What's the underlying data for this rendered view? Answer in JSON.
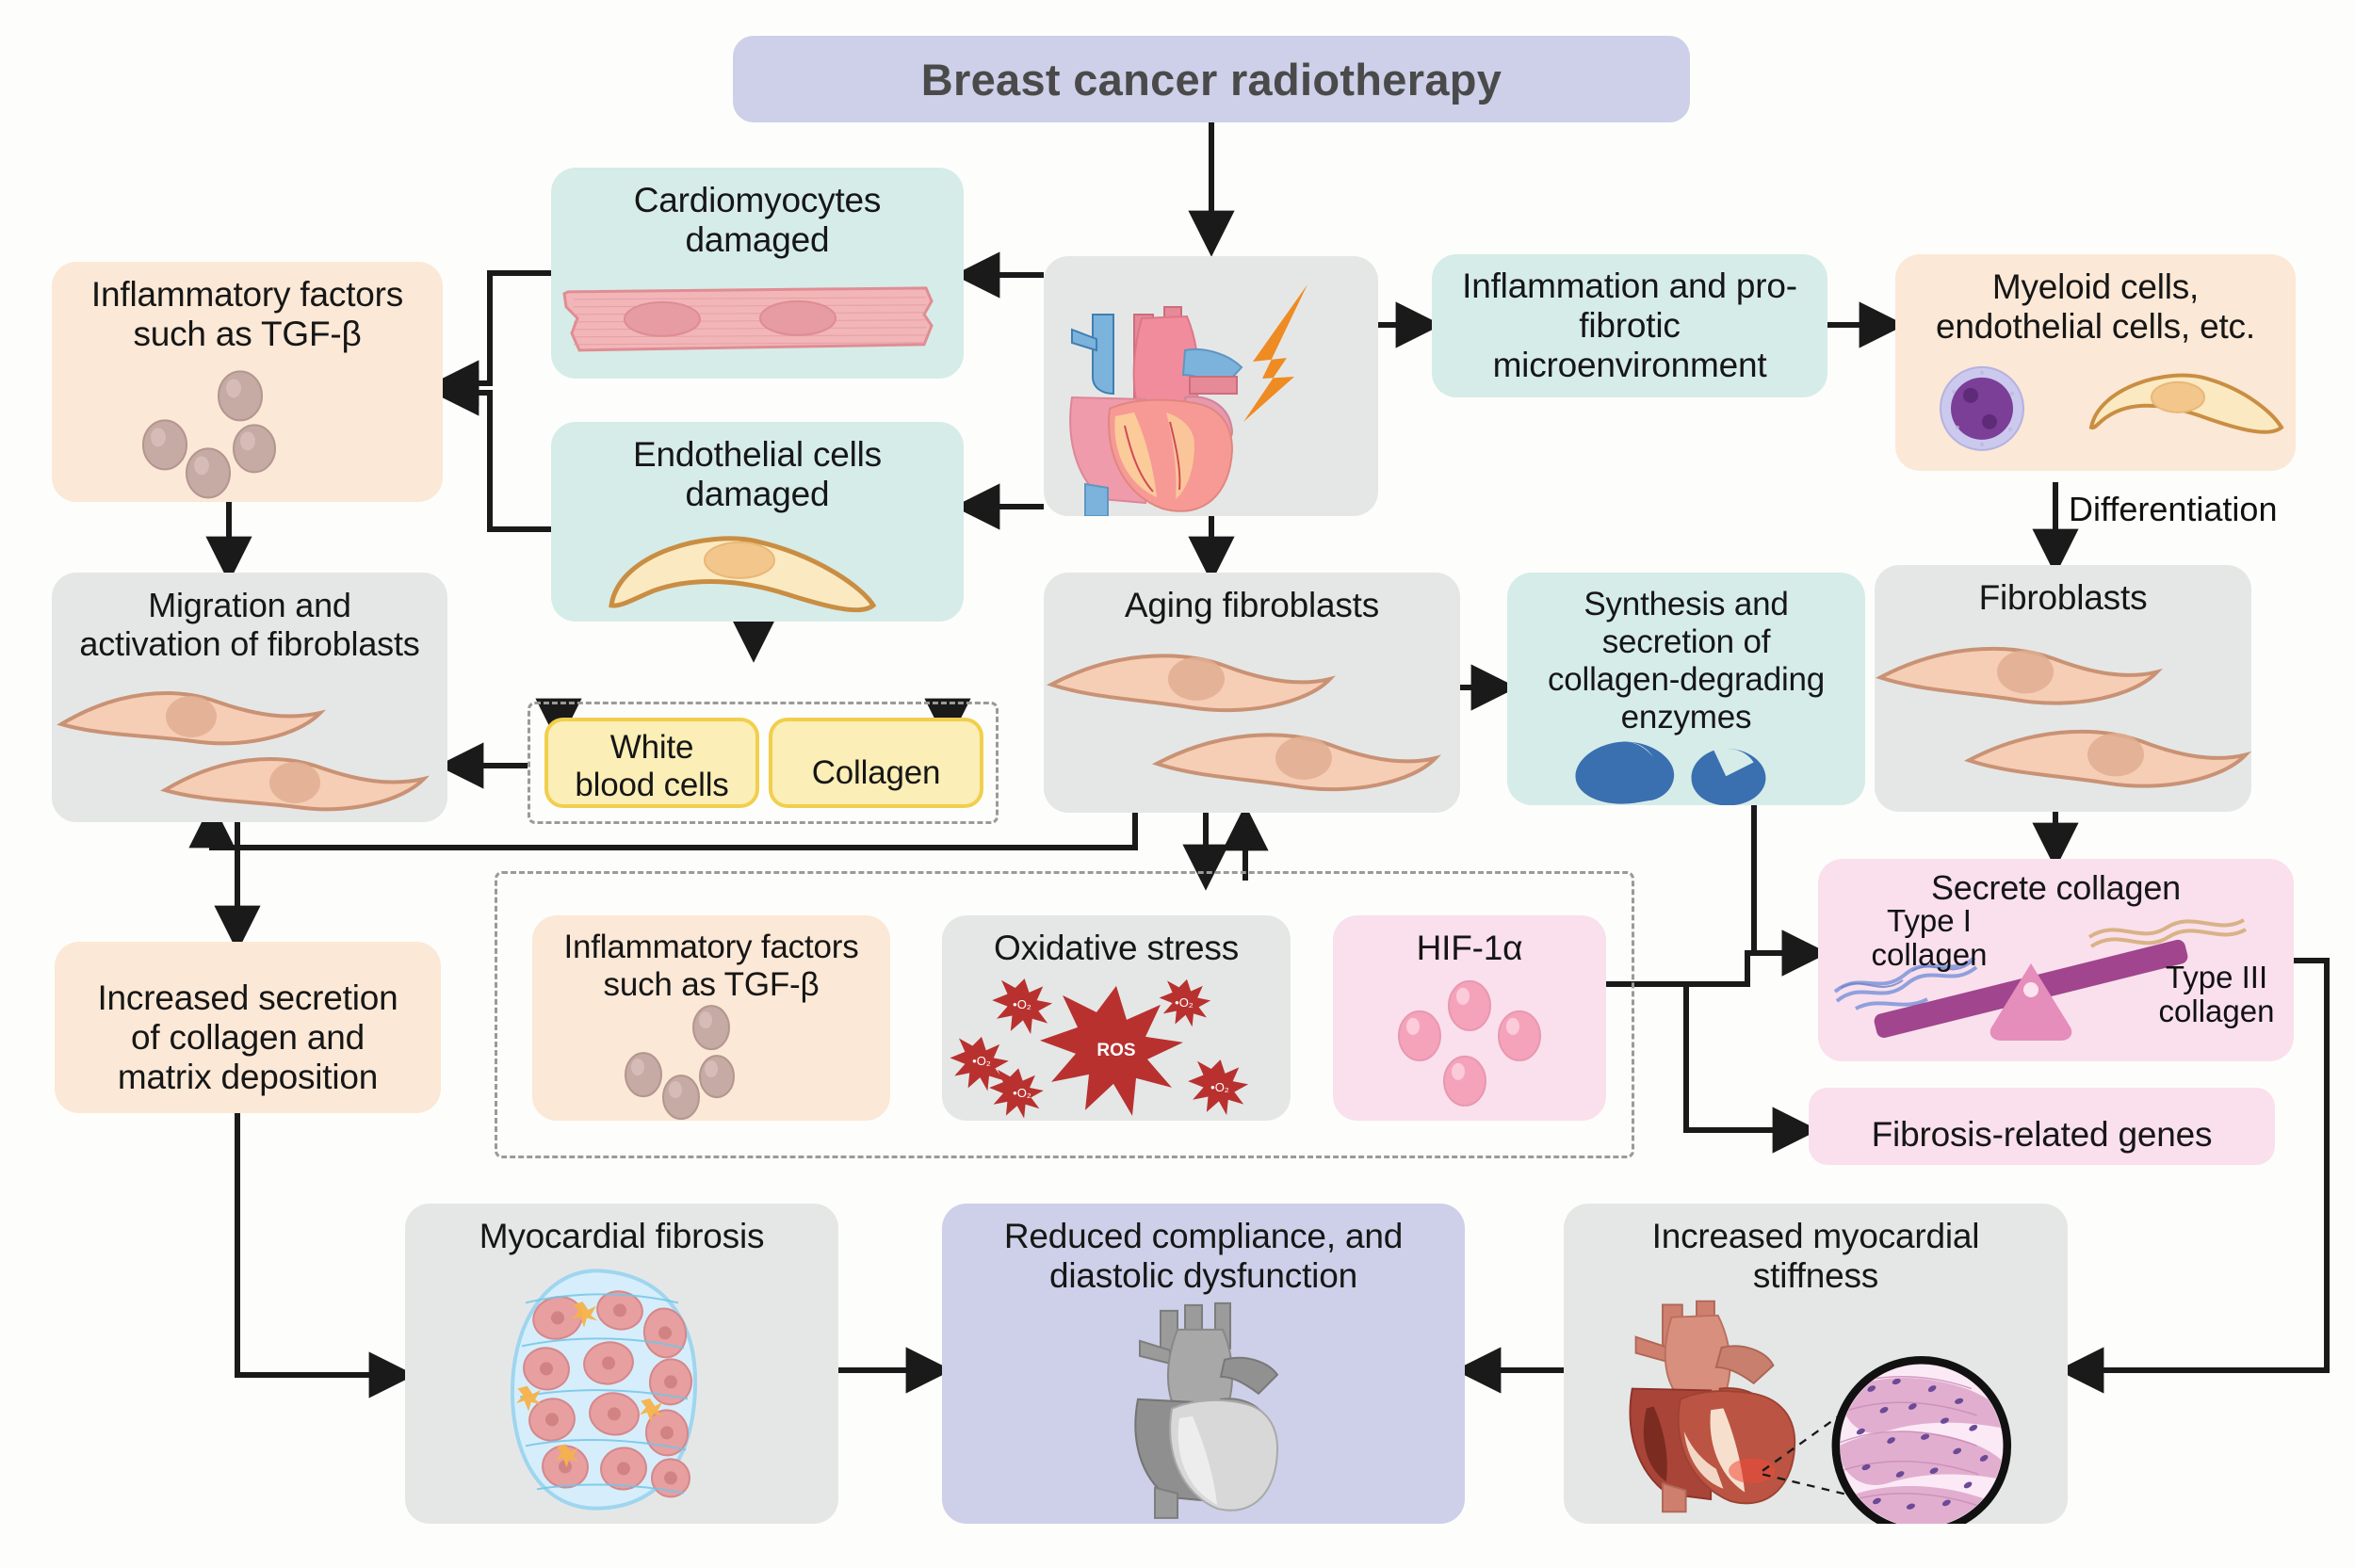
{
  "title": {
    "text": "Breast cancer radiotherapy"
  },
  "nodes": {
    "cardiomyocytes": {
      "label": "Cardiomyocytes\ndamaged",
      "color": "#d6ece9"
    },
    "endothelial": {
      "label": "Endothelial cells\ndamaged",
      "color": "#d6ece9"
    },
    "inflammatory_left": {
      "label": "Inflammatory factors\nsuch as TGF-β",
      "color": "#fbe8d6"
    },
    "migration": {
      "label": "Migration and\nactivation of fibroblasts",
      "color": "#e5e7e7"
    },
    "increased_secretion": {
      "label": "Increased secretion\nof collagen and\nmatrix deposition",
      "color": "#fbe8d6"
    },
    "heart_irradiated": {
      "label": "",
      "color": "#e5e7e7"
    },
    "inflammation_env": {
      "label": "Inflammation and pro-\nfibrotic\nmicroenvironment",
      "color": "#d6ece9"
    },
    "myeloid": {
      "label": "Myeloid cells,\nendothelial cells, etc.",
      "color": "#fbe8d6"
    },
    "fibroblasts": {
      "label": "Fibroblasts",
      "color": "#e5e7e7"
    },
    "aging_fibroblasts": {
      "label": "Aging fibroblasts",
      "color": "#e5e7e7"
    },
    "synthesis_enzymes": {
      "label": "Synthesis and\nsecretion of\ncollagen-degrading\nenzymes",
      "color": "#d6ece9"
    },
    "white_blood_cells": {
      "label": "White\nblood cells",
      "color": "#fbeeb6"
    },
    "collagen_small": {
      "label": "Collagen",
      "color": "#fbeeb6"
    },
    "inflammatory_mid": {
      "label": "Inflammatory factors\nsuch as TGF-β",
      "color": "#fbe8d6"
    },
    "oxidative_stress": {
      "label": "Oxidative stress",
      "color": "#e5e7e7"
    },
    "hif1a": {
      "label": "HIF-1α",
      "color": "#f9e0ec"
    },
    "secrete_collagen": {
      "label": "Secrete collagen",
      "color": "#f9e0ec"
    },
    "fibrosis_genes": {
      "label": "Fibrosis-related genes",
      "color": "#f9e0ec"
    },
    "myocardial_fibrosis": {
      "label": "Myocardial fibrosis",
      "color": "#e5e7e7"
    },
    "reduced_compliance": {
      "label": "Reduced compliance, and\ndiastolic dysfunction",
      "color": "#cdd0e8"
    },
    "increased_stiffness": {
      "label": "Increased myocardial\nstiffness",
      "color": "#e5e7e7"
    }
  },
  "edge_labels": {
    "differentiation": "Differentiation"
  },
  "inline_labels": {
    "type_i_collagen": "Type I\ncollagen",
    "type_iii_collagen": "Type III\ncollagen",
    "ros_core": "ROS",
    "ros_radical_1": "•O₂",
    "ros_radical_2": "•O₂",
    "ros_radical_3": "•O₂",
    "ros_radical_4": "•O₂",
    "ros_radical_5": "•O₂"
  },
  "palette": {
    "teal": "#d6ece9",
    "gray": "#e5e7e7",
    "peach": "#fbe8d6",
    "pink": "#f9e0ec",
    "lavender": "#cdd0e8",
    "yellow_fill": "#fbeeb6",
    "yellow_border": "#f2ce4d",
    "arrow": "#1a1a1a",
    "dashed_border": "#9a9a9a",
    "lightning": "#ef8b23",
    "enzyme_blue": "#3a6fb0",
    "ros_red": "#b8312f",
    "seesaw_purple": "#a0458e",
    "myeloid_purple": "#7b3f98"
  }
}
